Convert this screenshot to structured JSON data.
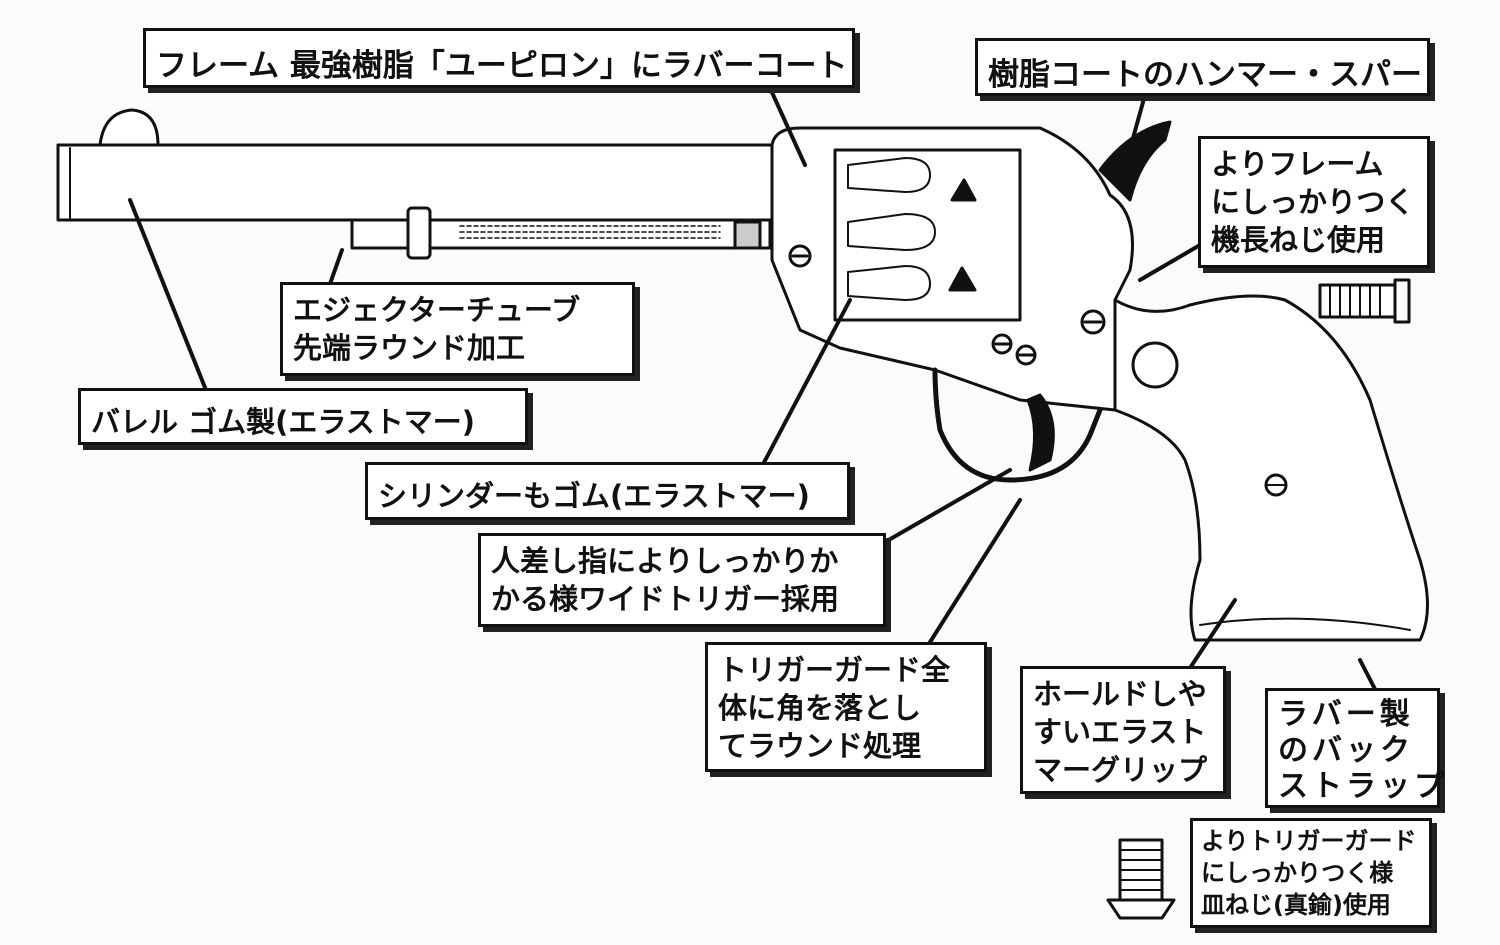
{
  "labels": {
    "frame": [
      "フレーム 最強樹脂「ユーピロン」にラバーコート"
    ],
    "hammer": [
      "樹脂コートのハンマー・スパー"
    ],
    "frame_screw": [
      "よりフレーム",
      "にしっかりつく",
      "機長ねじ使用"
    ],
    "ejector": [
      "エジェクターチューブ",
      "先端ラウンド加工"
    ],
    "barrel": [
      "バレル ゴム製(エラストマー)"
    ],
    "cylinder": [
      "シリンダーもゴム(エラストマー)"
    ],
    "trigger": [
      "人差し指によりしっかりか",
      "かる様ワイドトリガー採用"
    ],
    "trigger_guard": [
      "トリガーガード全",
      "体に角を落とし",
      "てラウンド処理"
    ],
    "grip": [
      "ホールドしや",
      "すいエラスト",
      "マーグリップ"
    ],
    "backstrap": [
      "ラバー製",
      "のバック",
      "ストラップ"
    ],
    "guard_screw": [
      "よりトリガーガード",
      "にしっかりつく様",
      "皿ねじ(真鍮)使用"
    ]
  },
  "colors": {
    "ink": "#111111",
    "paper": "#fbfbf9",
    "box": "#ffffff"
  }
}
